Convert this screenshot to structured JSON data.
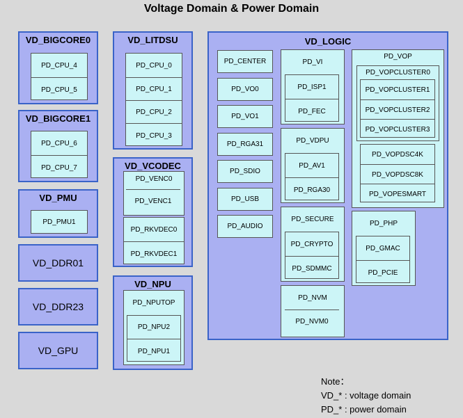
{
  "title": "Voltage Domain & Power Domain",
  "vd": {
    "bigcore0": {
      "label": "VD_BIGCORE0",
      "pds": [
        "PD_CPU_4",
        "PD_CPU_5"
      ]
    },
    "bigcore1": {
      "label": "VD_BIGCORE1",
      "pds": [
        "PD_CPU_6",
        "PD_CPU_7"
      ]
    },
    "pmu": {
      "label": "VD_PMU",
      "pds": [
        "PD_PMU1"
      ]
    },
    "ddr01": {
      "label": "VD_DDR01"
    },
    "ddr23": {
      "label": "VD_DDR23"
    },
    "gpu": {
      "label": "VD_GPU"
    },
    "litdsu": {
      "label": "VD_LITDSU",
      "pds": [
        "PD_CPU_0",
        "PD_CPU_1",
        "PD_CPU_2",
        "PD_CPU_3"
      ]
    },
    "vcodec": {
      "label": "VD_VCODEC",
      "venc_group": "PD_VENC0",
      "venc1": "PD_VENC1",
      "pds": [
        "PD_RKVDEC0",
        "PD_RKVDEC1"
      ]
    },
    "npu": {
      "label": "VD_NPU",
      "group": "PD_NPUTOP",
      "pds": [
        "PD_NPU2",
        "PD_NPU1"
      ]
    },
    "logic": {
      "label": "VD_LOGIC",
      "left_pds": [
        "PD_CENTER",
        "PD_VO0",
        "PD_VO1",
        "PD_RGA31",
        "PD_SDIO",
        "PD_USB",
        "PD_AUDIO"
      ],
      "vi": {
        "label": "PD_VI",
        "pds": [
          "PD_ISP1",
          "PD_FEC"
        ]
      },
      "vdpu": {
        "label": "PD_VDPU",
        "pds": [
          "PD_AV1",
          "PD_RGA30"
        ]
      },
      "secure": {
        "label": "PD_SECURE",
        "pds": [
          "PD_CRYPTO",
          "PD_SDMMC"
        ]
      },
      "nvm": {
        "label": "PD_NVM",
        "pds": [
          "PD_NVM0"
        ]
      },
      "vop": {
        "label": "PD_VOP",
        "cluster_label": "PD_VOPCLUSTER0",
        "clusters": [
          "PD_VOPCLUSTER1",
          "PD_VOPCLUSTER2",
          "PD_VOPCLUSTER3"
        ],
        "pds": [
          "PD_VOPDSC4K",
          "PD_VOPDSC8K",
          "PD_VOPESMART"
        ]
      },
      "php": {
        "label": "PD_PHP",
        "pds": [
          "PD_GMAC",
          "PD_PCIE"
        ]
      }
    }
  },
  "note": {
    "title": "Note：",
    "vd_line": "VD_* :  voltage domain",
    "pd_line": "PD_* :  power domain"
  }
}
